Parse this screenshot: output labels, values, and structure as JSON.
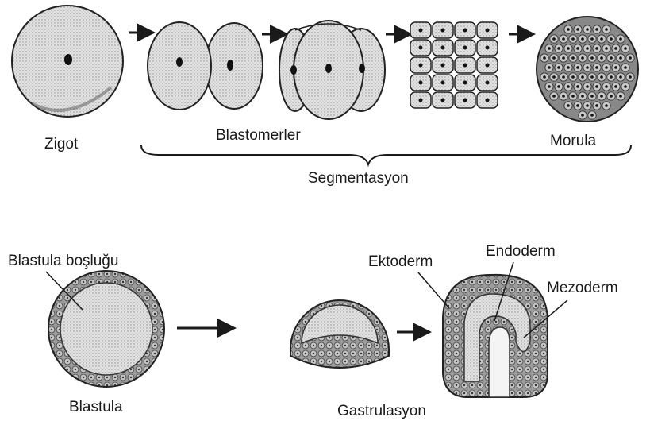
{
  "labels": {
    "zigot": "Zigot",
    "blastomerler": "Blastomerler",
    "morula": "Morula",
    "segmentasyon": "Segmentasyon",
    "blastula_bosulugu": "Blastula boşluğu",
    "blastula": "Blastula",
    "ektoderm": "Ektoderm",
    "endoderm": "Endoderm",
    "mezoderm": "Mezoderm",
    "gastrulasyon": "Gastrulasyon"
  },
  "colors": {
    "ink": "#1a1a1a",
    "cell_fill": "#dcdcdc",
    "cell_dark": "#8c8c8c",
    "background": "#ffffff"
  }
}
